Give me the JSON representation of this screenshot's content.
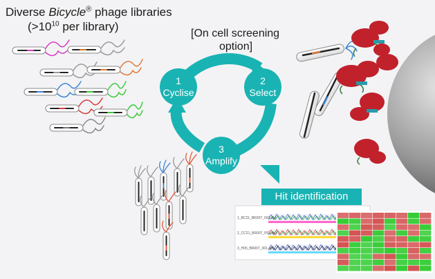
{
  "title": {
    "line1_prefix": "Diverse ",
    "line1_italic": "Bicycle",
    "line1_mark": "®",
    "line1_suffix": " phage libraries",
    "line2_prefix": "(>10",
    "line2_sup": "10",
    "line2_suffix": " per library)"
  },
  "screening": {
    "line1": "[On cell screening",
    "line2": "option]"
  },
  "cycle": {
    "color": "#1ab3b3",
    "steps": [
      {
        "number": "1",
        "label": "Cyclise"
      },
      {
        "number": "2",
        "label": "Select"
      },
      {
        "number": "3",
        "label": "Amplify"
      }
    ]
  },
  "hit": {
    "label": "Hit identification"
  },
  "sequencing": {
    "traces": [
      "1_BC21_BR007_003.ab1",
      "2_CC21_BR007_P03.ab1",
      "3_H05_BR007_001.ab1"
    ]
  },
  "colors": {
    "teal": "#1ab3b3",
    "heatmap_green": "#33cc33",
    "heatmap_red": "#cc3333",
    "protein_red": "#c0212b",
    "sphere_gray": "#8a8a8a"
  }
}
